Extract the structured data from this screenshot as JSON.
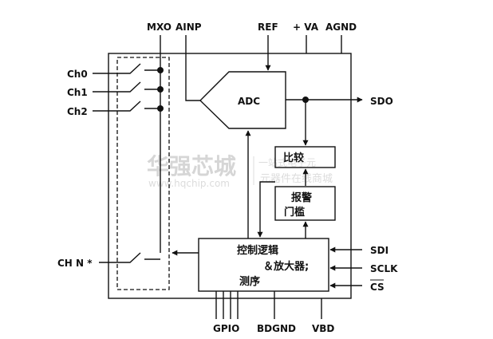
{
  "pins": {
    "mxo": "MXO",
    "ainp": "AINP",
    "ref": "REF",
    "va": "+ VA",
    "agnd": "AGND",
    "ch0": "Ch0",
    "ch1": "Ch1",
    "ch2": "Ch2",
    "chn": "CH N *",
    "sdo": "SDO",
    "sdi": "SDI",
    "sclk": "SCLK",
    "cs": "CS",
    "gpio": "GPIO",
    "bdgnd": "BDGND",
    "vbd": "VBD"
  },
  "blocks": {
    "adc": "ADC",
    "compare": "比较",
    "alarm_line1": "报警",
    "alarm_line2": "门槛",
    "control_line1": "控制逻辑",
    "control_line2": "＆放大器;",
    "control_line3": "测序"
  },
  "watermark": {
    "brand": "华强芯城",
    "url": "www.hqchip.com",
    "tagline_1": "一站式电子元",
    "tagline_2": "元器件在线商城"
  },
  "colors": {
    "line": "#111111",
    "background": "#ffffff",
    "watermark": "#d6d6d6"
  }
}
